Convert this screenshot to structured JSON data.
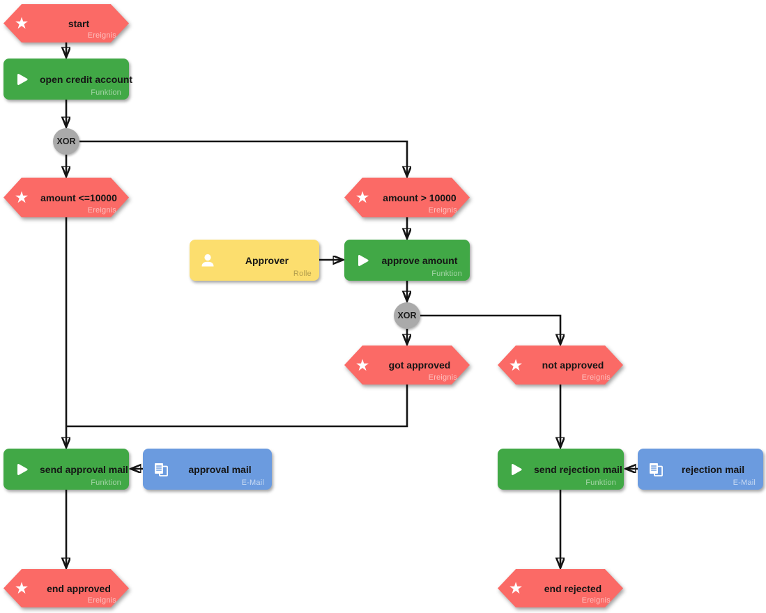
{
  "nodes": {
    "start": {
      "label": "start",
      "type": "Ereignis"
    },
    "open_credit_account": {
      "label": "open credit account",
      "type": "Funktion"
    },
    "amount_low": {
      "label": "amount <=10000",
      "type": "Ereignis"
    },
    "amount_high": {
      "label": "amount > 10000",
      "type": "Ereignis"
    },
    "approver": {
      "label": "Approver",
      "type": "Rolle"
    },
    "approve_amount": {
      "label": "approve amount",
      "type": "Funktion"
    },
    "got_approved": {
      "label": "got approved",
      "type": "Ereignis"
    },
    "not_approved": {
      "label": "not approved",
      "type": "Ereignis"
    },
    "send_approval_mail": {
      "label": "send approval mail",
      "type": "Funktion"
    },
    "approval_mail": {
      "label": "approval mail",
      "type": "E-Mail"
    },
    "send_rejection_mail": {
      "label": "send rejection mail",
      "type": "Funktion"
    },
    "rejection_mail": {
      "label": "rejection mail",
      "type": "E-Mail"
    },
    "end_approved": {
      "label": "end approved",
      "type": "Ereignis"
    },
    "end_rejected": {
      "label": "end rejected",
      "type": "Ereignis"
    }
  },
  "connectors": {
    "xor1": {
      "label": "XOR"
    },
    "xor2": {
      "label": "XOR"
    }
  },
  "edges": [
    {
      "from": "start",
      "to": "open_credit_account"
    },
    {
      "from": "open_credit_account",
      "to": "xor1"
    },
    {
      "from": "xor1",
      "to": "amount_low"
    },
    {
      "from": "xor1",
      "to": "amount_high"
    },
    {
      "from": "amount_high",
      "to": "approve_amount"
    },
    {
      "from": "approver",
      "to": "approve_amount"
    },
    {
      "from": "approve_amount",
      "to": "xor2"
    },
    {
      "from": "xor2",
      "to": "got_approved"
    },
    {
      "from": "xor2",
      "to": "not_approved"
    },
    {
      "from": "got_approved",
      "to": "send_approval_mail"
    },
    {
      "from": "amount_low",
      "to": "send_approval_mail"
    },
    {
      "from": "approval_mail",
      "to": "send_approval_mail"
    },
    {
      "from": "send_approval_mail",
      "to": "end_approved"
    },
    {
      "from": "not_approved",
      "to": "send_rejection_mail"
    },
    {
      "from": "rejection_mail",
      "to": "send_rejection_mail"
    },
    {
      "from": "send_rejection_mail",
      "to": "end_rejected"
    }
  ],
  "icons": {
    "star": "★",
    "event": "star-icon",
    "function": "play-icon",
    "role": "person-icon",
    "email": "document-icon"
  },
  "colors": {
    "event": "#FB6A66",
    "function": "#41A846",
    "role": "#FCDE6E",
    "email": "#6B9BDF",
    "connector": "#AAAAAA",
    "edge": "#141414",
    "canvas": "#FFFFFF"
  }
}
